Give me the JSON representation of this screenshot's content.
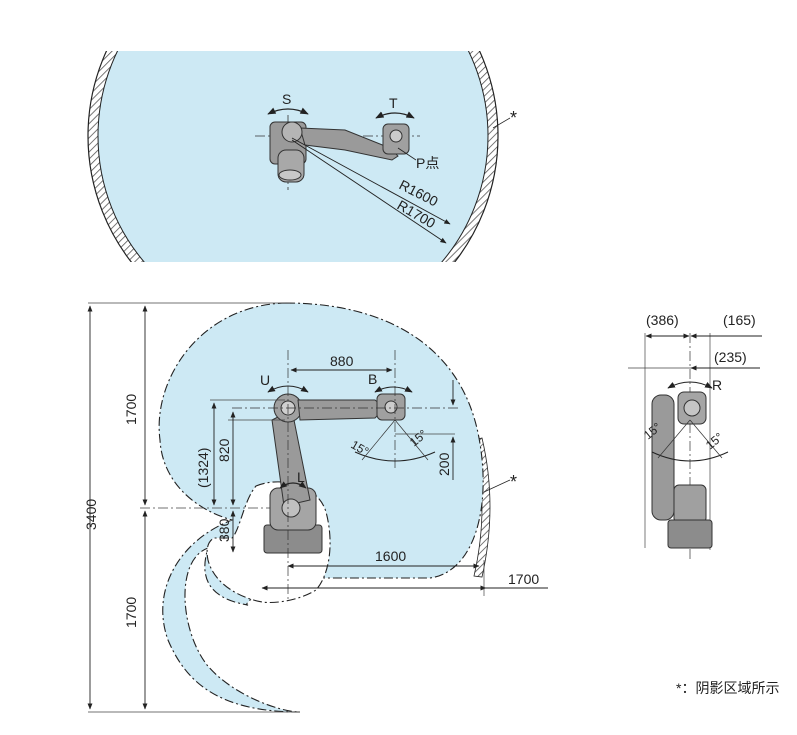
{
  "top_view": {
    "label_s": "S",
    "label_t": "T",
    "label_p": "P点",
    "r1600": "R1600",
    "r1700": "R1700",
    "asterisk": "*"
  },
  "side_view": {
    "dim_880": "880",
    "label_u": "U",
    "label_b": "B",
    "label_l": "L",
    "ang_left": "15°",
    "ang_right": "15°",
    "dim_1324": "(1324)",
    "dim_820": "820",
    "dim_380": "380",
    "dim_200": "200",
    "dim_1700_top": "1700",
    "dim_1700_bottom": "1700",
    "dim_3400": "3400",
    "dim_1600": "1600",
    "dim_1700_right": "1700",
    "asterisk": "*"
  },
  "wrist_view": {
    "dim_386": "(386)",
    "dim_165": "(165)",
    "dim_235": "(235)",
    "label_r": "R",
    "ang_left": "15°",
    "ang_right": "15°"
  },
  "footnote": "*：阴影区域所示",
  "colors": {
    "area_fill": "#cde9f4",
    "robot_grey": "#9a9a9a",
    "line": "#222222"
  }
}
